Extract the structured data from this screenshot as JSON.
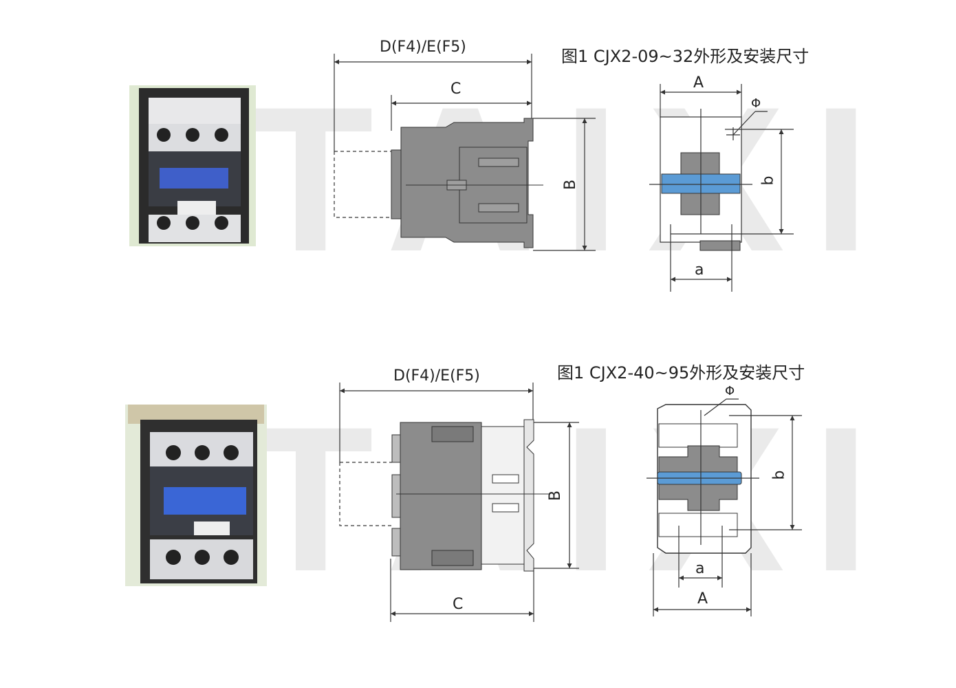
{
  "watermark": {
    "text": "TAIXI"
  },
  "figure1": {
    "caption": "图1 CJX2-09~32外形及安装尺寸",
    "side_view": {
      "dim_top": "D(F4)/E(F5)",
      "dim_c": "C",
      "dim_b": "B"
    },
    "mount_view": {
      "dim_a_upper": "A",
      "dim_phi": "Φ",
      "dim_b": "b",
      "dim_a_lower": "a"
    }
  },
  "figure2": {
    "caption": "图1 CJX2-40~95外形及安装尺寸",
    "side_view": {
      "dim_top": "D(F4)/E(F5)",
      "dim_b": "B",
      "dim_c": "C"
    },
    "mount_view": {
      "dim_phi": "Φ",
      "dim_b": "b",
      "dim_a_lower": "a",
      "dim_a_upper": "A"
    }
  },
  "colors": {
    "body_gray": "#8c8c8c",
    "light_gray": "#bdbdbd",
    "accent_blue": "#5b9bd5",
    "line": "#333333",
    "watermark": "#d9d9d9"
  }
}
